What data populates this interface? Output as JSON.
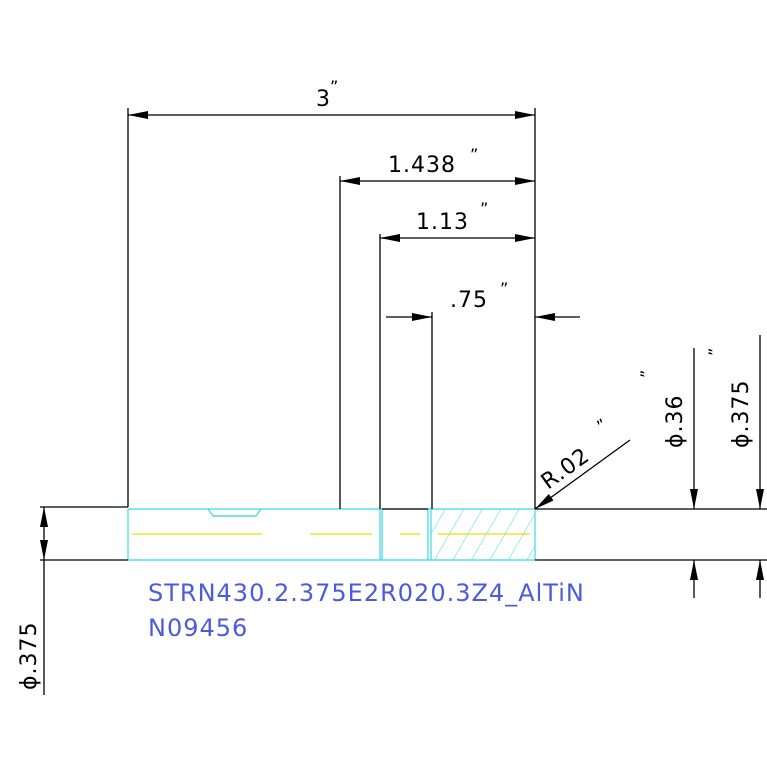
{
  "dimensions": {
    "overall_length": "3",
    "length_1438": "1.438",
    "length_113": "1.13",
    "flute_length": ".75",
    "corner_radius": "R.02",
    "neck_diameter": "ϕ.36",
    "cutter_diameter": "ϕ.375",
    "shank_diameter": "ϕ.375",
    "inch_mark": "”"
  },
  "part_label": {
    "line1": "STRN430.2.375E2R020.3Z4_AlTiN",
    "line2": "N09456"
  },
  "colors": {
    "dimension_lines": "#000000",
    "tool_outline": "#3fd8e6",
    "centerline": "#e8e000",
    "label_text": "#4a5be0"
  }
}
